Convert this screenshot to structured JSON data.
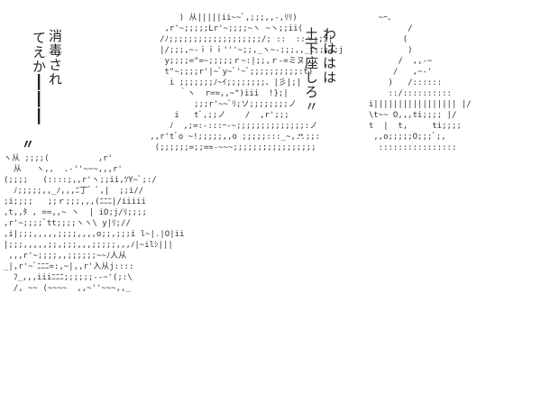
{
  "speech_left": {
    "line1": "消毒され",
    "line2": "てえか┃┃┃"
  },
  "speech_right": {
    "line1": "わははは",
    "line2": "土下座しろ〃"
  },
  "ornaments": {
    "left": "〃",
    "right": "¨"
  },
  "art": {
    "main": "         ) 从|||||ii~~ﾞ,;;;,,-,ﾘﾘ)\n      ,r'~;;;;;Lr'~;;;;~ヽ ~ヽ;;ii(\n     /ﾉ;;;;;;;;;;;;;;;;;;;/; ::  ::ヽ;;i|\n     |/;;;,~-ｉｉｉ'''~;;,_ヽ~-;;;,,_t;;;;;j\n      y;;;;=\"=~;;;;;ｒ~:|;;,ｒ-=ミヌ\n      t\"~;;;;r'|~ﾞy~ﾞ'~ﾞ;;;;;;;;;;:t)\n       i ;;;;;;;ﾉ~ｲ;;;;;;;;、|彡|;|\n         ｀ヽ  r==,,~\")iii  !};|\n            ;;;r'~~ﾞﾘ;ソ;;;;;;;;ノ\n        i   tﾞ,;;ノ    /  ,r';;;\n       ﾉ  ,;=:-:::ｰ-~;;;;;;;;;;;;;;:ノ\n   ,,r'tﾞo ~!;;;;;,,o ;;;;;:::_~,..;;:\n    (;;;;;;=;;==-~~~;;;;;;;;;;;;;;;;;",
    "left": "ヽ从 ;;;;(          ,r'\n  从   ヽ,,  .-''~~~,,,r'\n(;;;;   (::::;,,r'ヽ;;ii,ﾂY~ﾞ;:/\n  ﾉ;;;;;,,_ﾉ,,,ﾆ丁゛ﾞ,|  ;;i//\n;i;;;;   ;;ｒ;;;,,,(ﾆﾆﾆ|/iiiii\n,t,,ﾀ , ==,,~ ヽ  | iO;j/ﾘ;;;;\n,r'~;;;;ﾞtt;;;;ヽヽ\\ y|ﾘ;//\n,i|;;;,,,,,;;;;,,,,o;;,;;;i l~|.|O|ii\n|;;;,,,,,;;,;;;,,,;;;;;,,,ﾉ|~ilｼ|||\n ,,,r'~;;;;,,;;;;;;~~ﾉ人从\n_|,r'~ﾞﾆﾆﾆ=:,~|,,r'入从j::::\n  ﾌ_,,,iiiﾆﾆﾆ;;;;;;--~'(;:\\\n  /, ~~ (~~~~  ,,~''~~~,,_",
    "right": "    ~ｰ、\n          /\n         (\n          )\n        /  ,,-~\n       /   ,~-'\n      )   /::::::\n      ::/::::::::::\n  i||||||||||||||||| |/\n  \\t~~ O,,,ti;;;; |/\n  t  |  t,     ti;;;;\n   ,,o;;;;;O;;;ﾞ;,\n    ::::::::::::::::"
  }
}
